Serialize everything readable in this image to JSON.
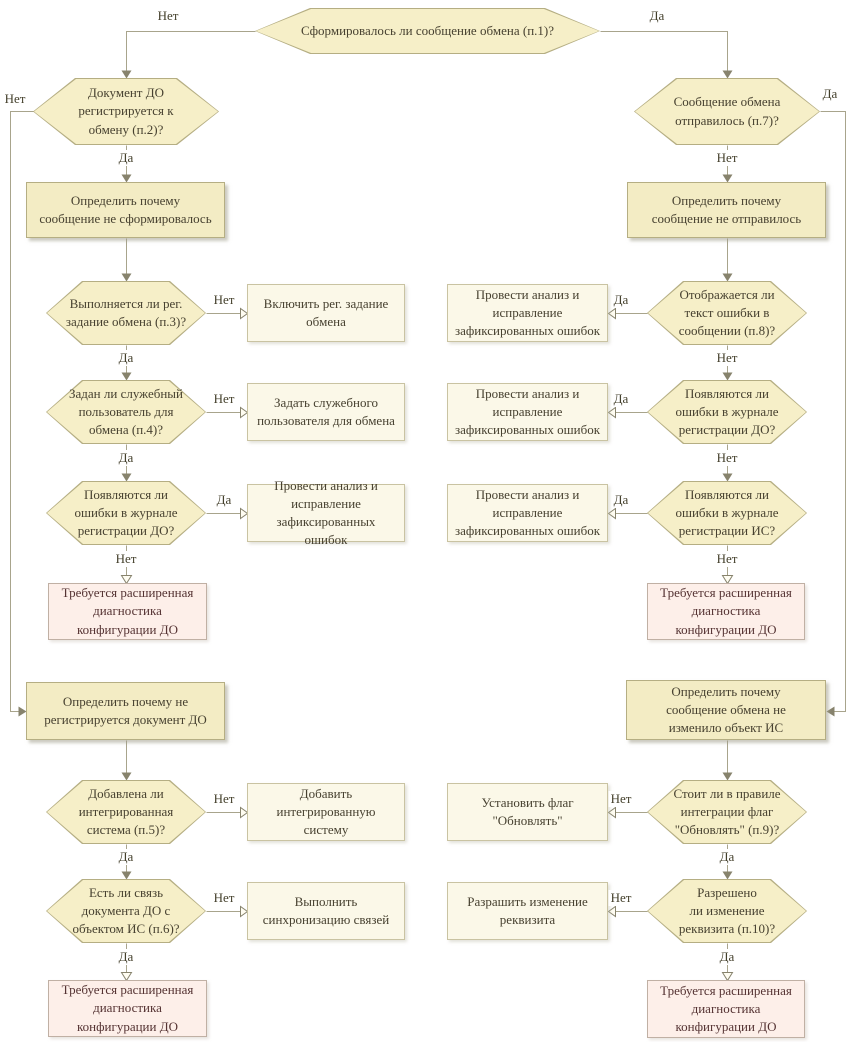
{
  "labels": {
    "yes": "Да",
    "no": "Нет"
  },
  "colors": {
    "hex_fill": "#f6efc8",
    "hex_border": "#b5ae83",
    "rect_fill": "#f3ecc4",
    "action_fill": "#fbf8e8",
    "terminal_fill": "#fdefe9",
    "terminal_text": "#553333",
    "line": "#a8a48c"
  },
  "nodes": {
    "start": "Сформировалось ли сообщение обмена (п.1)?",
    "doc_registered": "Документ ДО\nрегистрируется к\nобмену (п.2)?",
    "msg_sent": "Сообщение обмена\nотправилось (п.7)?",
    "why_not_formed": "Определить почему\nсообщение не сформировалось",
    "why_not_sent": "Определить почему\nсообщение не отправилось",
    "reg_task": "Выполняется ли рег.\nзадание обмена (п.3)?",
    "enable_reg_task": "Включить рег. задание\nобмена",
    "service_user": "Задан ли служебный\nпользователь для\nобмена (п.4)?",
    "set_service_user": "Задать служебного\nпользователя для обмена",
    "errors_journal_do": "Появляются ли\nошибки в журнале\nрегистрации ДО?",
    "errors_journal_is": "Появляются ли\nошибки в журнале\nрегистрации ИС?",
    "fix_errors": "Провести анализ и\nисправление\nзафиксированных ошибок",
    "extended_diagnostics": "Требуется расширенная\nдиагностика\nконфигурации ДО",
    "why_not_registered": "Определить почему не\nрегистрируется документ ДО",
    "why_not_changed": "Определить почему\nсообщение обмена не\nизменило объект ИС",
    "integrated_system": "Добавлена ли\nинтегрированная\nсистема (п.5)?",
    "add_integrated_system": "Добавить\nинтегрированную\nсистему",
    "doc_link": "Есть ли связь\nдокумента ДО с\nобъектом ИС (п.6)?",
    "sync_links": "Выполнить\nсинхронизацию связей",
    "error_text_shown": "Отображается ли\nтекст ошибки в\nсообщении (п.8)?",
    "update_flag": "Стоит ли в правиле\nинтеграции флаг\n\"Обновлять\" (п.9)?",
    "set_update_flag": "Установить флаг\n\"Обновлять\"",
    "attr_change_allowed": "Разрешено\nли изменение\nреквизита (п.10)?",
    "allow_attr_change": "Разрашить изменение\nреквизита"
  }
}
